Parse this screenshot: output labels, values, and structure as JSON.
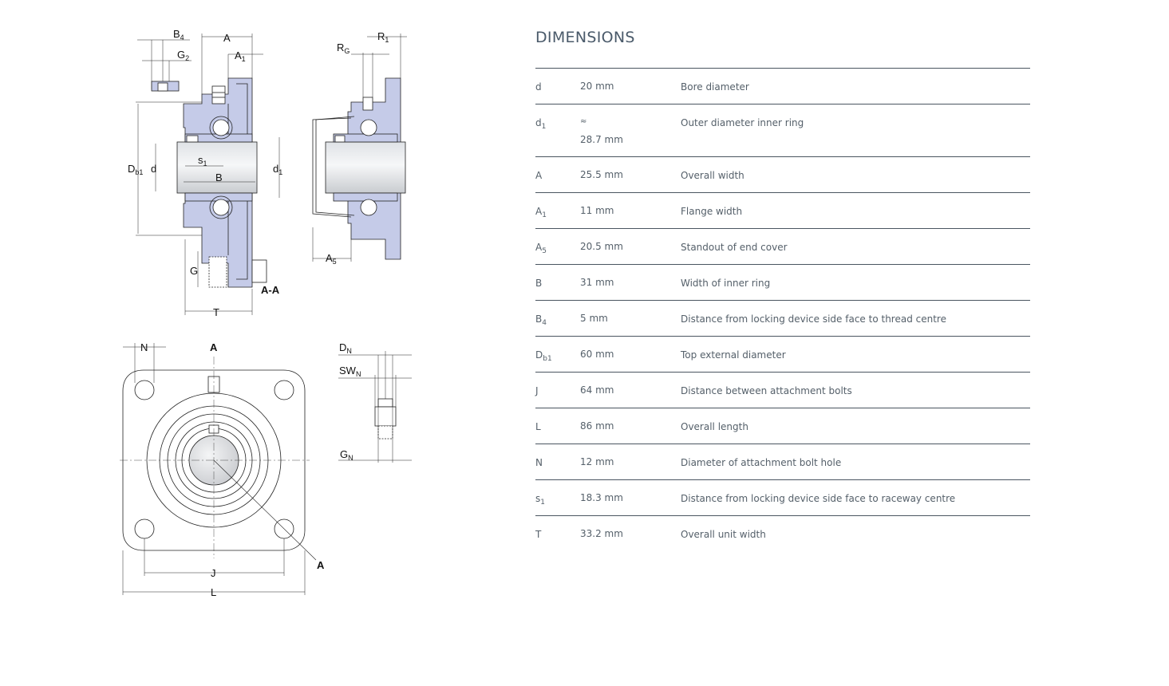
{
  "title": "DIMENSIONS",
  "rows": [
    {
      "sym": "d",
      "sub": "",
      "val_pre": "",
      "val": "20 mm",
      "desc": "Bore diameter"
    },
    {
      "sym": "d",
      "sub": "1",
      "val_pre": "≈",
      "val": "28.7 mm",
      "desc": "Outer diameter inner ring"
    },
    {
      "sym": "A",
      "sub": "",
      "val_pre": "",
      "val": "25.5 mm",
      "desc": "Overall width"
    },
    {
      "sym": "A",
      "sub": "1",
      "val_pre": "",
      "val": "11 mm",
      "desc": "Flange width"
    },
    {
      "sym": "A",
      "sub": "5",
      "val_pre": "",
      "val": "20.5 mm",
      "desc": "Standout of end cover"
    },
    {
      "sym": "B",
      "sub": "",
      "val_pre": "",
      "val": "31 mm",
      "desc": "Width of inner ring"
    },
    {
      "sym": "B",
      "sub": "4",
      "val_pre": "",
      "val": "5 mm",
      "desc": "Distance from locking device side face to thread centre"
    },
    {
      "sym": "D",
      "sub": "b1",
      "val_pre": "",
      "val": "60 mm",
      "desc": "Top external diameter"
    },
    {
      "sym": "J",
      "sub": "",
      "val_pre": "",
      "val": "64 mm",
      "desc": "Distance between attachment bolts"
    },
    {
      "sym": "L",
      "sub": "",
      "val_pre": "",
      "val": "86 mm",
      "desc": "Overall length"
    },
    {
      "sym": "N",
      "sub": "",
      "val_pre": "",
      "val": "12 mm",
      "desc": "Diameter of attachment bolt hole"
    },
    {
      "sym": "s",
      "sub": "1",
      "val_pre": "",
      "val": "18.3 mm",
      "desc": "Distance from locking device side face to raceway centre"
    },
    {
      "sym": "T",
      "sub": "",
      "val_pre": "",
      "val": "33.2 mm",
      "desc": "Overall unit width"
    }
  ],
  "drawing_labels": {
    "B4": "B",
    "B4_sub": "4",
    "G2": "G",
    "G2_sub": "2",
    "A": "A",
    "A1": "A",
    "A1_sub": "1",
    "RG": "R",
    "RG_sub": "G",
    "R1": "R",
    "R1_sub": "1",
    "Db1": "D",
    "Db1_sub": "b1",
    "d": "d",
    "s1": "s",
    "s1_sub": "1",
    "d1": "d",
    "d1_sub": "1",
    "B": "B",
    "G": "G",
    "section": "A-A",
    "T": "T",
    "A5": "A",
    "A5_sub": "5",
    "N": "N",
    "A_top": "A",
    "DN": "D",
    "DN_sub": "N",
    "SWN": "SW",
    "SWN_sub": "N",
    "GN": "G",
    "GN_sub": "N",
    "J": "J",
    "L": "L",
    "A_diag": "A"
  },
  "colors": {
    "bearing_fill": "#c5cbe8",
    "heading": "#4a5a6a",
    "rule": "#4a5560"
  }
}
